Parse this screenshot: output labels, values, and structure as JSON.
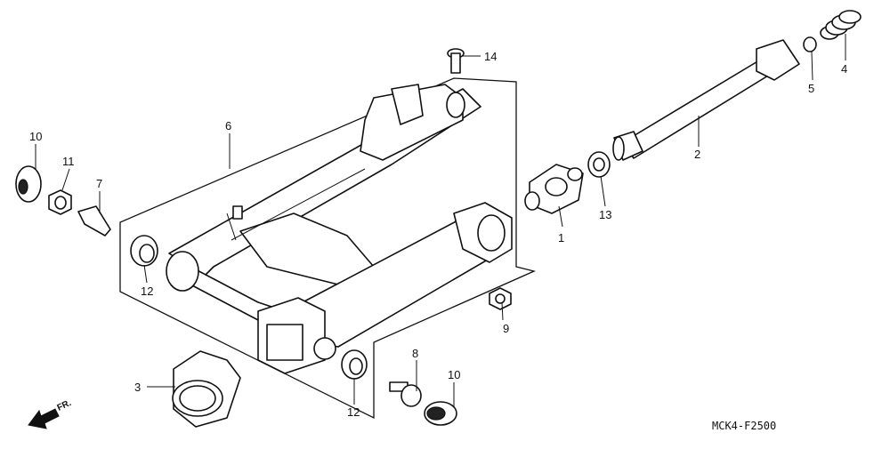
{
  "diagram": {
    "diagram_code": "MCK4-F2500",
    "front_label": "FR.",
    "callouts": [
      {
        "id": "c1",
        "label": "1"
      },
      {
        "id": "c2",
        "label": "2"
      },
      {
        "id": "c3",
        "label": "3"
      },
      {
        "id": "c4",
        "label": "4"
      },
      {
        "id": "c5",
        "label": "5"
      },
      {
        "id": "c6",
        "label": "6"
      },
      {
        "id": "c7",
        "label": "7"
      },
      {
        "id": "c8",
        "label": "8"
      },
      {
        "id": "c9",
        "label": "9"
      },
      {
        "id": "c10a",
        "label": "10"
      },
      {
        "id": "c10b",
        "label": "10"
      },
      {
        "id": "c11",
        "label": "11"
      },
      {
        "id": "c12a",
        "label": "12"
      },
      {
        "id": "c12b",
        "label": "12"
      },
      {
        "id": "c13",
        "label": "13"
      },
      {
        "id": "c14",
        "label": "14"
      }
    ]
  }
}
